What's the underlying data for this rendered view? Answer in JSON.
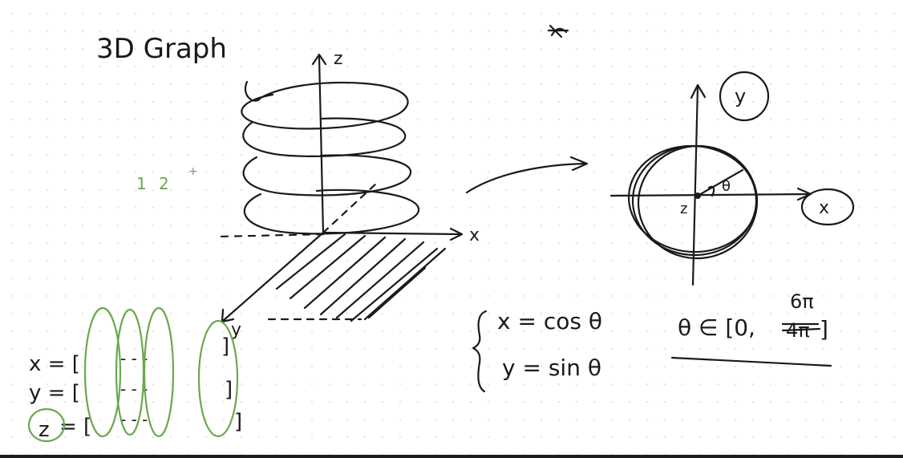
{
  "title": "3D Graph",
  "axis_labels": {
    "z": "z",
    "x": "x",
    "y": "y",
    "circle_x": "x",
    "circle_y": "y",
    "center_z": "z",
    "theta": "θ"
  },
  "counter": {
    "one": "1",
    "two": "2",
    "plus": "+"
  },
  "arrays": {
    "x": "x = [",
    "y": "y = [",
    "z": "z",
    "z_eq": "= [",
    "close": "]",
    "dashes": "- - -"
  },
  "equations": {
    "line1": "x = cos θ",
    "line2": "y = sin θ"
  },
  "domain": {
    "text": "θ ∈ [0,",
    "struck": "4π",
    "close": "]",
    "upper": "6π"
  },
  "colors": {
    "ink": "#1a1a1a",
    "green": "#6aa84f"
  }
}
